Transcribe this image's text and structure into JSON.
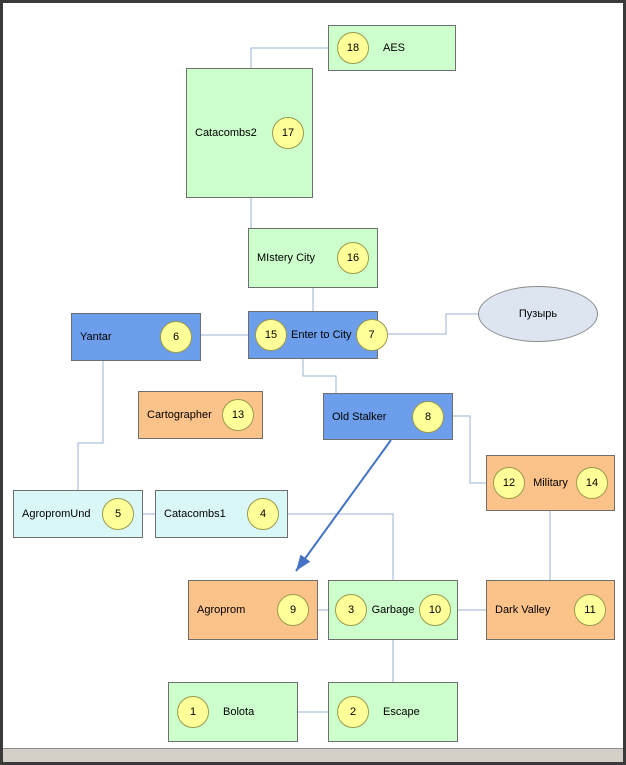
{
  "colors": {
    "green": "#ccffcc",
    "blue": "#6d9eeb",
    "orange": "#fbc289",
    "cyan": "#daf7f7",
    "circle": "#ffff99",
    "circle-border": "#9a9a4d",
    "ellipse": "#dde6f0",
    "line": "#9ab3d5",
    "arrow": "#4472c4",
    "box-border": "#6e6e6e"
  },
  "nodes": {
    "aes": {
      "label": "AES",
      "number": "18"
    },
    "catacombs2": {
      "label": "Catacombs2",
      "number": "17"
    },
    "mistery_city": {
      "label": "MIstery City",
      "number": "16"
    },
    "yantar": {
      "label": "Yantar",
      "number": "6"
    },
    "enter_to_city": {
      "label": "Enter to City",
      "number_left": "15",
      "number_right": "7"
    },
    "puzyr": {
      "label": "Пузырь"
    },
    "cartographer": {
      "label": "Cartographer",
      "number": "13"
    },
    "old_stalker": {
      "label": "Old Stalker",
      "number": "8"
    },
    "military": {
      "label": "Military",
      "number_left": "12",
      "number_right": "14"
    },
    "agroprom_und": {
      "label": "AgropromUnd",
      "number": "5"
    },
    "catacombs1": {
      "label": "Catacombs1",
      "number": "4"
    },
    "agroprom": {
      "label": "Agroprom",
      "number": "9"
    },
    "garbage": {
      "label": "Garbage",
      "number_left": "3",
      "number_right": "10"
    },
    "dark_valley": {
      "label": "Dark Valley",
      "number": "11"
    },
    "bolota": {
      "label": "Bolota",
      "number": "1"
    },
    "escape": {
      "label": "Escape",
      "number": "2"
    }
  },
  "connections": [
    {
      "from": "aes",
      "to": "catacombs2",
      "type": "line"
    },
    {
      "from": "catacombs2",
      "to": "mistery_city",
      "type": "line"
    },
    {
      "from": "mistery_city",
      "to": "enter_to_city",
      "type": "line"
    },
    {
      "from": "yantar",
      "to": "enter_to_city",
      "type": "line"
    },
    {
      "from": "enter_to_city",
      "to": "puzyr",
      "type": "line"
    },
    {
      "from": "enter_to_city",
      "to": "old_stalker",
      "type": "line"
    },
    {
      "from": "old_stalker",
      "to": "military",
      "type": "line"
    },
    {
      "from": "military",
      "to": "dark_valley",
      "type": "line"
    },
    {
      "from": "garbage",
      "to": "dark_valley",
      "type": "line"
    },
    {
      "from": "agroprom",
      "to": "garbage",
      "type": "line"
    },
    {
      "from": "catacombs1",
      "to": "garbage",
      "type": "line"
    },
    {
      "from": "agroprom_und",
      "to": "catacombs1",
      "type": "line"
    },
    {
      "from": "yantar",
      "to": "agroprom_und",
      "type": "line"
    },
    {
      "from": "garbage",
      "to": "escape",
      "type": "line"
    },
    {
      "from": "bolota",
      "to": "escape",
      "type": "line"
    },
    {
      "from": "old_stalker",
      "to": "agroprom",
      "type": "arrow"
    }
  ]
}
